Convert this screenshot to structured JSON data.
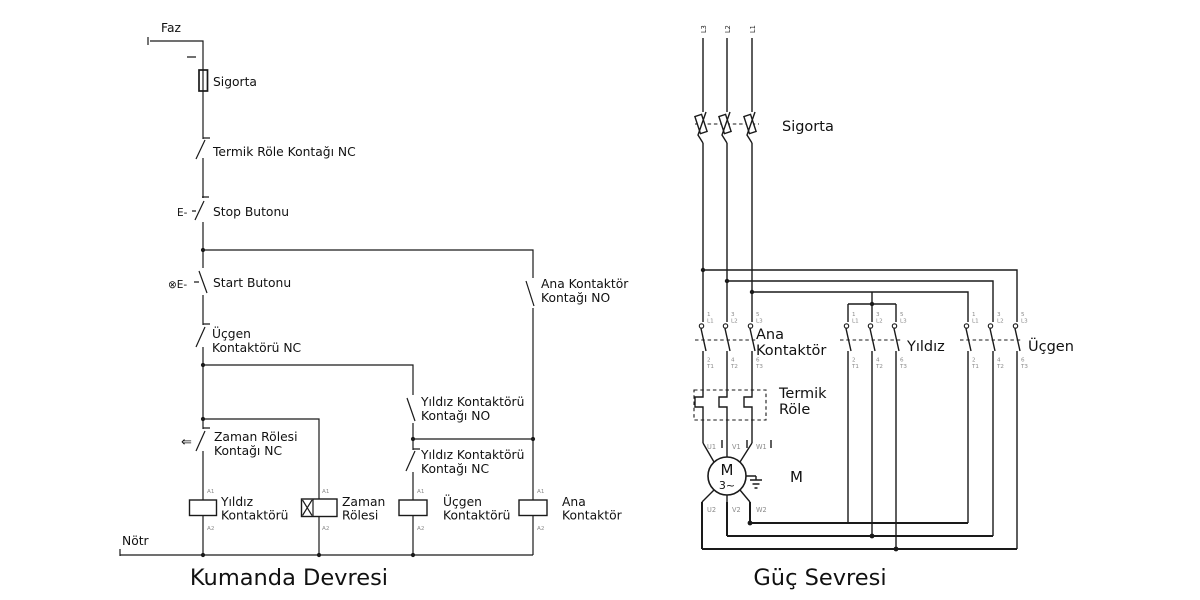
{
  "titles": {
    "control": "Kumanda Devresi",
    "power": "Güç Sevresi"
  },
  "colors": {
    "line": "#1a1a1a",
    "terminal_text": "#8a8a8a",
    "background": "#ffffff"
  },
  "control": {
    "phase": "Faz",
    "neutral": "Nötr",
    "fuse": "Sigorta",
    "thermal_nc": "Termik Röle Kontağı NC",
    "stop": "Stop Butonu",
    "stop_actuator": "E-",
    "start": "Start Butonu",
    "start_actuator": "⊗E-",
    "main_no": [
      "Ana Kontaktör",
      "Kontağı NO"
    ],
    "delta_nc": [
      "Üçgen",
      "Kontaktörü NC"
    ],
    "star_no": [
      "Yıldız Kontaktörü",
      "Kontağı NO"
    ],
    "star_nc": [
      "Yıldız Kontaktörü",
      "Kontağı NC"
    ],
    "timer_nc": [
      "Zaman Rölesi",
      "Kontağı NC"
    ],
    "timer_arrow": "⇐",
    "coil_star": [
      "Yıldız",
      "Kontaktörü"
    ],
    "coil_timer": [
      "Zaman",
      "Rölesi"
    ],
    "coil_delta": [
      "Üçgen",
      "Kontaktörü"
    ],
    "coil_main": [
      "Ana",
      "Kontaktör"
    ],
    "a1": "A1",
    "a2": "A2"
  },
  "power": {
    "phases": [
      "L3",
      "L2",
      "L1"
    ],
    "fuse": "Sigorta",
    "main": [
      "Ana",
      "Kontaktör"
    ],
    "star": "Yıldız",
    "delta": "Üçgen",
    "thermal": [
      "Termik",
      "Röle"
    ],
    "motor": {
      "m": "M",
      "phase": "3~",
      "label": "M",
      "top": [
        "U1",
        "V1",
        "W1"
      ],
      "bottom": [
        "U2",
        "V2",
        "W2"
      ]
    },
    "top_terminals": [
      [
        "1",
        "L1"
      ],
      [
        "3",
        "L2"
      ],
      [
        "5",
        "L3"
      ]
    ],
    "bottom_terminals": [
      [
        "2",
        "T1"
      ],
      [
        "4",
        "T2"
      ],
      [
        "6",
        "T3"
      ]
    ]
  }
}
